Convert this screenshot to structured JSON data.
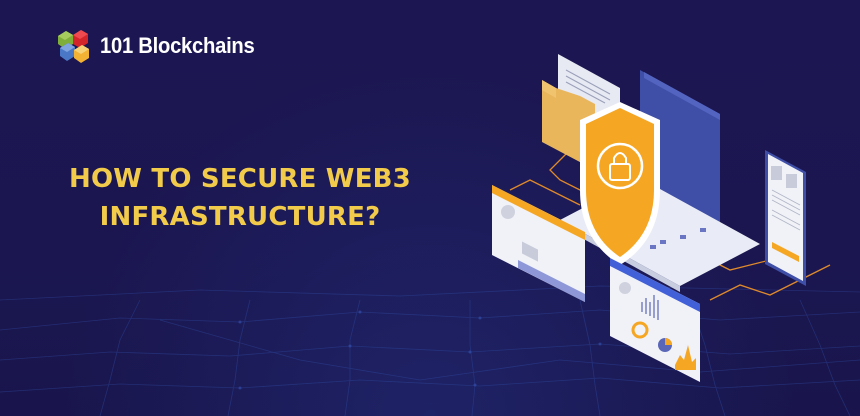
{
  "brand": {
    "name": "101 Blockchains",
    "logo_icon": "stacked-cubes-icon"
  },
  "headline": {
    "line1": "HOW TO SECURE WEB3",
    "line2": "INFRASTRUCTURE?"
  },
  "illustration": {
    "elements": [
      "folder-with-document",
      "laptop",
      "security-shield-lock",
      "web-page-window",
      "analytics-dashboard-window",
      "smartphone"
    ]
  },
  "colors": {
    "background": "#1b1650",
    "headline": "#f2cb4b",
    "brand_text": "#ffffff",
    "accent_orange": "#f5a623",
    "screen_blue": "#3f4fa8"
  }
}
